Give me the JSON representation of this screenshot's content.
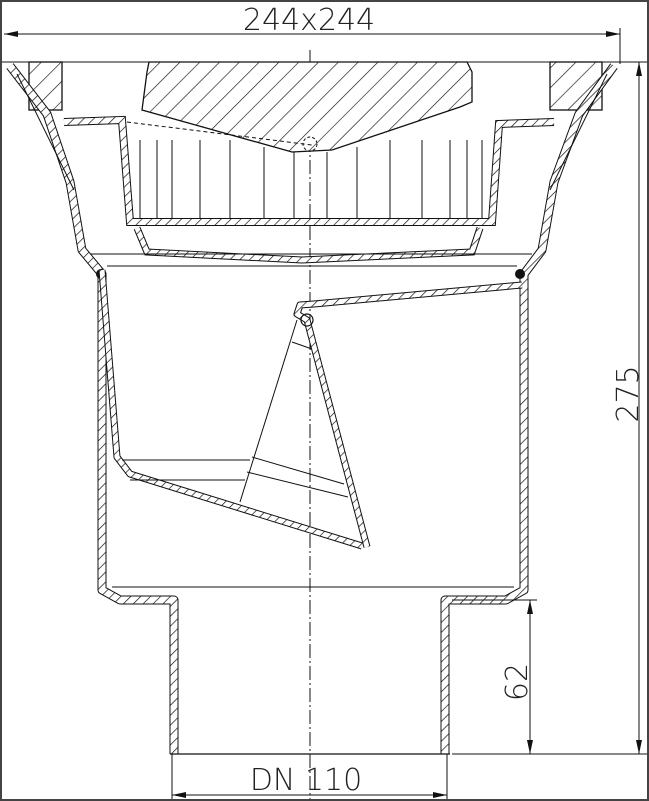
{
  "drawing": {
    "width_dimension": "244x244",
    "height_dimension": "275",
    "outlet_height_dimension": "62",
    "outlet_label": "DN 110"
  },
  "colors": {
    "line": "#111111",
    "background": "#ffffff",
    "frame": "#444444"
  }
}
